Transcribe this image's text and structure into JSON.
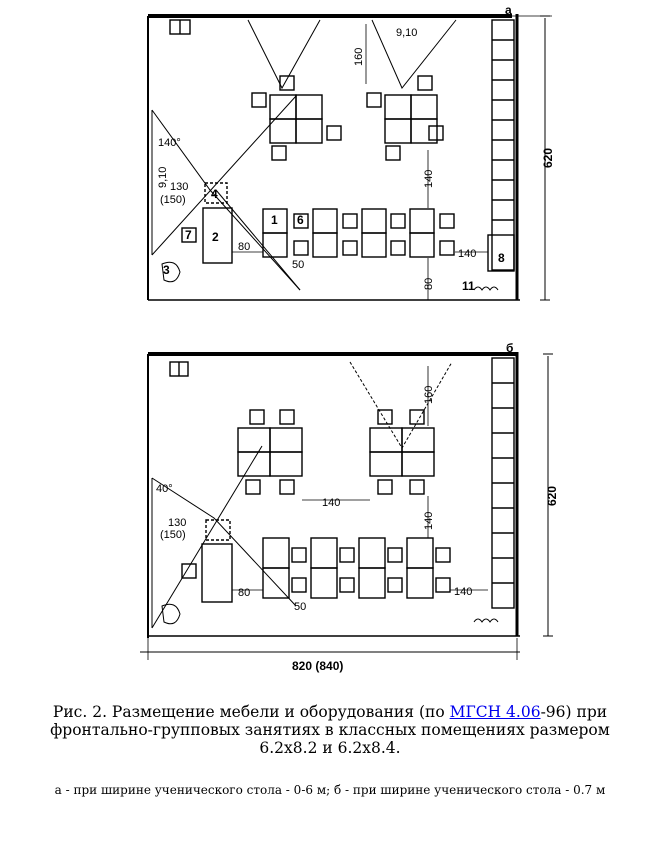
{
  "plan_a": {
    "letter": "а",
    "dim_620": "620",
    "dim_160": "160",
    "dim_910_top": "9,10",
    "dim_910_side": "9,10",
    "angle_140": "140°",
    "dim_130": "130",
    "dim_150": "(150)",
    "dim_140_vertical": "140",
    "dim_80": "80",
    "dim_50": "50",
    "dim_140_right": "140",
    "dim_80_bottom": "80",
    "item_1": "1",
    "item_2": "2",
    "item_3": "3",
    "item_4": "4",
    "item_6": "6",
    "item_7": "7",
    "item_8": "8",
    "item_11": "11"
  },
  "plan_b": {
    "letter": "б",
    "dim_620": "620",
    "dim_160": "160",
    "angle_40": "40°",
    "dim_130": "130",
    "dim_150": "(150)",
    "dim_140_middle": "140",
    "dim_140_vertical": "140",
    "dim_80": "80",
    "dim_50": "50",
    "dim_140_right": "140",
    "dim_width": "820 (840)"
  },
  "caption": {
    "before": "Рис. 2. Размещение мебели и оборудования (по ",
    "link": "МГСН 4.06",
    "after": "-96) при фронтально-групповых занятиях в классных помещениях размером 6.2х8.2 и 6.2х8.4."
  },
  "note": "а - при ширине ученического стола - 0-6 м; б - при ширине ученического стола - 0.7 м"
}
